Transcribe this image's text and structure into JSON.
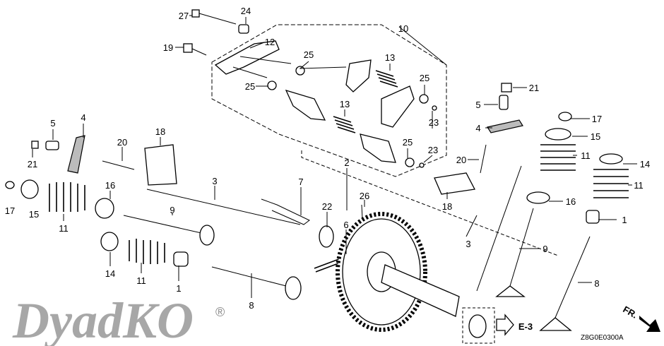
{
  "callouts": [
    "27",
    "24",
    "19",
    "12",
    "10",
    "25",
    "25",
    "13",
    "25",
    "13",
    "25",
    "23",
    "23",
    "21",
    "5",
    "17",
    "15",
    "4",
    "11",
    "14",
    "11",
    "16",
    "1",
    "20",
    "18",
    "3",
    "9",
    "8",
    "5",
    "4",
    "21",
    "20",
    "18",
    "17",
    "15",
    "11",
    "16",
    "3",
    "9",
    "14",
    "11",
    "1",
    "8",
    "7",
    "2",
    "26",
    "22",
    "6"
  ],
  "reference": "E-3",
  "front_marker": "FR.",
  "diagram_code": "Z8G0E0300A",
  "watermark": "DyadKO",
  "registered_mark": "®"
}
